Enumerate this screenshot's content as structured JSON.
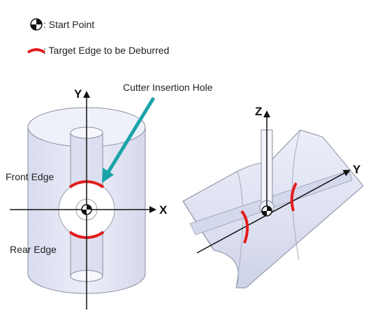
{
  "legend": {
    "start_point_label": ": Start Point",
    "target_edge_label": ": Target Edge to be Deburred"
  },
  "left_view": {
    "axis_y_label": "Y",
    "axis_x_label": "X",
    "cutter_hole_label": "Cutter Insertion Hole",
    "front_edge_label": "Front Edge",
    "rear_edge_label": "Rear Edge"
  },
  "right_view": {
    "axis_z_label": "Z",
    "axis_y_label": "Y"
  },
  "colors": {
    "edge_red": "#e31b1b",
    "arrow_teal": "#1aa3a8",
    "body_fill": "#e4e7f6",
    "body_stroke": "#8a8da0"
  }
}
